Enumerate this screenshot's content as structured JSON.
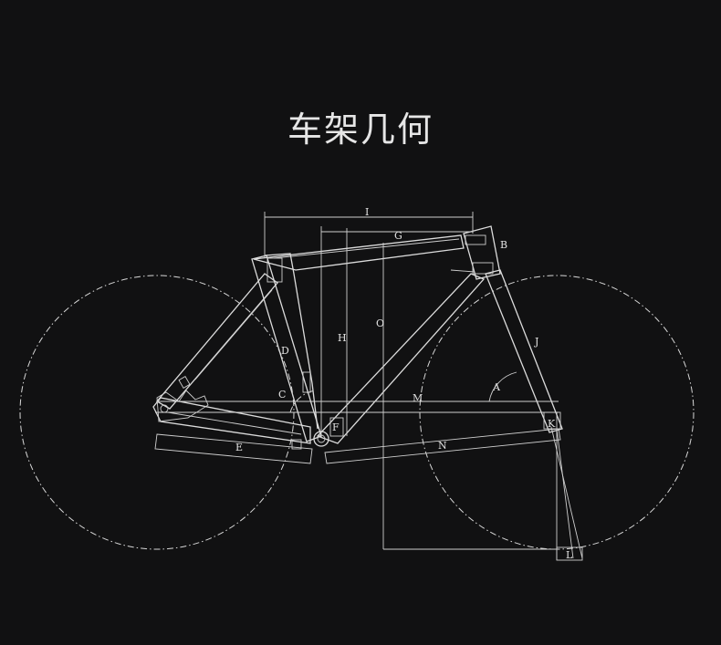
{
  "title": "车架几何",
  "labels": {
    "A": "A",
    "B": "B",
    "C": "C",
    "D": "D",
    "E": "E",
    "F": "F",
    "G": "G",
    "H": "H",
    "I": "I",
    "J": "J",
    "K": "K",
    "L": "L",
    "M": "M",
    "N": "N",
    "O": "O"
  },
  "colors": {
    "background": "#111112",
    "line": "#dcdcdc",
    "text": "#e6e6e6"
  }
}
